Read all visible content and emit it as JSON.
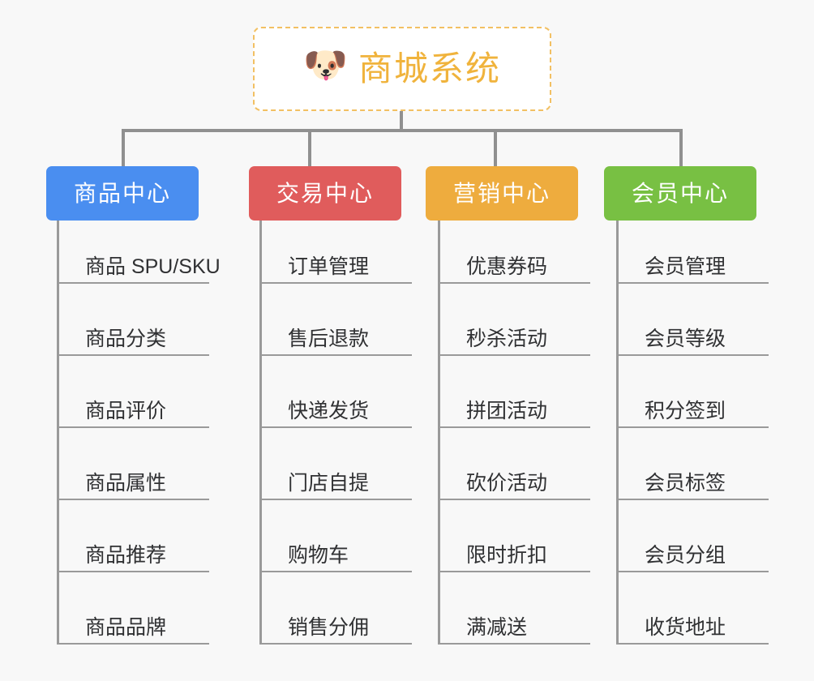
{
  "diagram": {
    "type": "org-tree",
    "background_color": "#f8f8f8",
    "connector_color": "#909090",
    "root": {
      "icon": "shiba-dog-face-emoji",
      "icon_glyph": "🐶",
      "title": "商城系统",
      "text_color": "#f0b33c",
      "border_color": "#f2c063",
      "border_style": "dashed",
      "background_color": "#ffffff"
    },
    "columns": [
      {
        "id": "product-center",
        "label": "商品中心",
        "color": "#4a8ef0",
        "text_color": "#ffffff",
        "items": [
          "商品 SPU/SKU",
          "商品分类",
          "商品评价",
          "商品属性",
          "商品推荐",
          "商品品牌"
        ]
      },
      {
        "id": "trade-center",
        "label": "交易中心",
        "color": "#e05c5c",
        "text_color": "#ffffff",
        "items": [
          "订单管理",
          "售后退款",
          "快递发货",
          "门店自提",
          "购物车",
          "销售分佣"
        ]
      },
      {
        "id": "marketing-center",
        "label": "营销中心",
        "color": "#eeac3e",
        "text_color": "#ffffff",
        "items": [
          "优惠券码",
          "秒杀活动",
          "拼团活动",
          "砍价活动",
          "限时折扣",
          "满减送"
        ]
      },
      {
        "id": "member-center",
        "label": "会员中心",
        "color": "#78c043",
        "text_color": "#ffffff",
        "items": [
          "会员管理",
          "会员等级",
          "积分签到",
          "会员标签",
          "会员分组",
          "收货地址"
        ]
      }
    ]
  }
}
